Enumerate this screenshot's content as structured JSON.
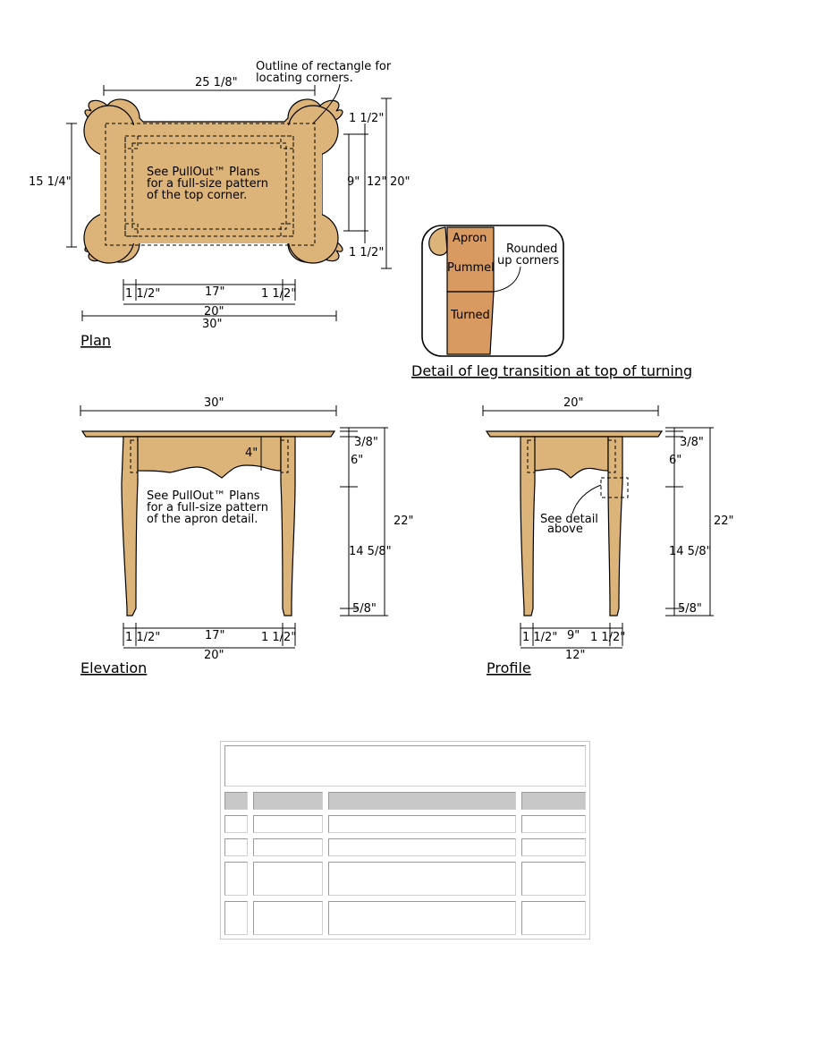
{
  "plan": {
    "overall_width": "25 1/8\"",
    "note_rect": [
      "Outline of rectangle for",
      "locating corners."
    ],
    "depth": "15 1/4\"",
    "pullout_note": [
      "See PullOut™ Plans",
      "for a full-size pattern",
      "of the top corner."
    ],
    "right_top": "1 1/2\"",
    "right_mid": "9\"",
    "right_12": "12\"",
    "right_20": "20\"",
    "right_bottom": "1 1/2\"",
    "bottom_left": "1 1/2\"",
    "bottom_mid": "17\"",
    "bottom_right": "1 1/2\"",
    "bottom_20": "20\"",
    "bottom_30": "30\"",
    "title": "Plan"
  },
  "detail": {
    "apron": "Apron",
    "pummel": "Pummel",
    "turned": "Turned",
    "rounded": [
      "Rounded",
      "up corners"
    ],
    "title": "Detail of leg transition at top of turning"
  },
  "elevation": {
    "top": "30\"",
    "apron_h": "4\"",
    "pullout_note": [
      "See PullOut™ Plans",
      "for a full-size pattern",
      "of the apron detail."
    ],
    "r_38": "3/8\"",
    "r_6": "6\"",
    "r_22": "22\"",
    "r_1458": "14 5/8\"",
    "r_58": "5/8\"",
    "b_left": "1 1/2\"",
    "b_mid": "17\"",
    "b_right": "1 1/2\"",
    "b_20": "20\"",
    "title": "Elevation"
  },
  "profile": {
    "top": "20\"",
    "r_38": "3/8\"",
    "r_6": "6\"",
    "r_22": "22\"",
    "r_1458": "14 5/8\"",
    "r_58": "5/8\"",
    "see_detail": [
      "See detail",
      "above"
    ],
    "b_left": "1 1/2\"",
    "b_mid": "9\"",
    "b_right": "1 1/2\"",
    "b_12": "12\"",
    "title": "Profile"
  }
}
